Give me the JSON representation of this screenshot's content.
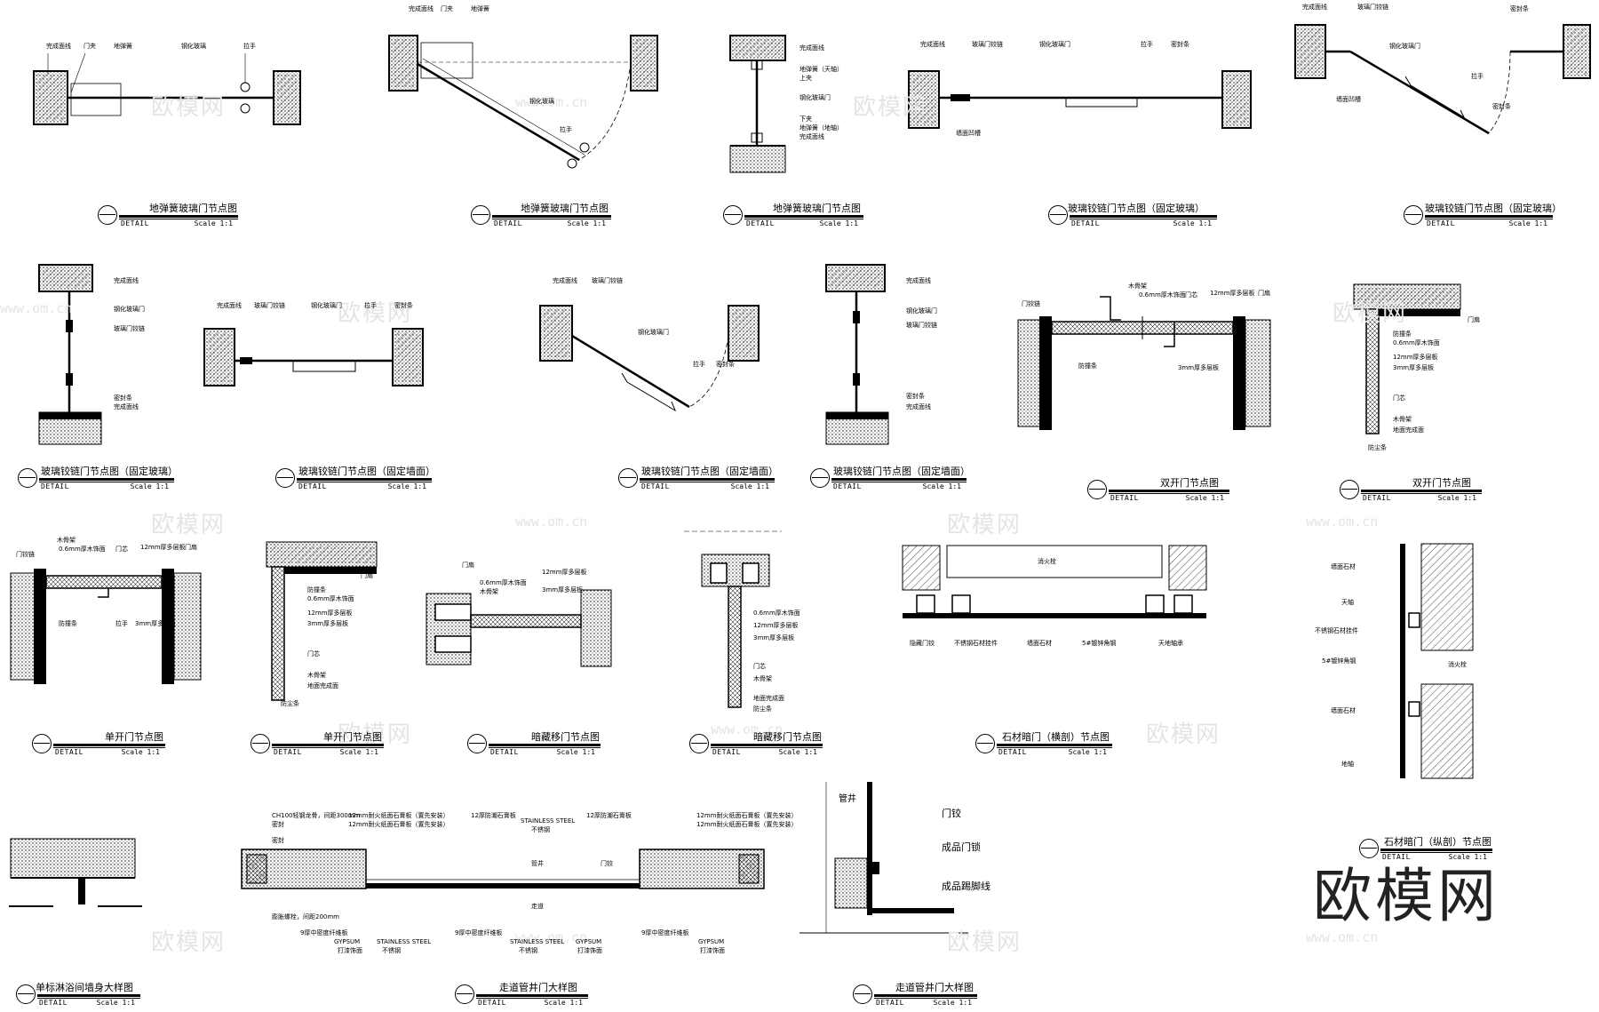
{
  "common": {
    "detail": "DETAIL",
    "scale": "Scale 1:1"
  },
  "brand": "欧模网",
  "watermark": {
    "text": "欧模网",
    "url": "www.om.cn"
  },
  "captions": [
    {
      "id": "c1",
      "title": "地弹簧玻璃门节点图"
    },
    {
      "id": "c2",
      "title": "地弹簧玻璃门节点图"
    },
    {
      "id": "c3",
      "title": "地弹簧玻璃门节点图"
    },
    {
      "id": "c4",
      "title": "玻璃铰链门节点图（固定玻璃）"
    },
    {
      "id": "c5",
      "title": "玻璃铰链门节点图（固定玻璃）"
    },
    {
      "id": "c6",
      "title": "玻璃铰链门节点图（固定玻璃）"
    },
    {
      "id": "c7",
      "title": "玻璃铰链门节点图（固定墙面）"
    },
    {
      "id": "c8",
      "title": "玻璃铰链门节点图（固定墙面）"
    },
    {
      "id": "c9",
      "title": "玻璃铰链门节点图（固定墙面）"
    },
    {
      "id": "c10",
      "title": "双开门节点图"
    },
    {
      "id": "c11",
      "title": "双开门节点图"
    },
    {
      "id": "c12",
      "title": "单开门节点图"
    },
    {
      "id": "c13",
      "title": "单开门节点图"
    },
    {
      "id": "c14",
      "title": "暗藏移门节点图"
    },
    {
      "id": "c15",
      "title": "暗藏移门节点图"
    },
    {
      "id": "c16",
      "title": "石材暗门（横剖）节点图"
    },
    {
      "id": "c17",
      "title": "石材暗门（纵剖）节点图"
    },
    {
      "id": "c18",
      "title": "单标淋浴间墙身大样图"
    },
    {
      "id": "c19",
      "title": "走道管井门大样图"
    },
    {
      "id": "c20",
      "title": "走道管井门大样图"
    }
  ],
  "labels": {
    "finish_wall": "完成面线",
    "door_clip": "门夹",
    "floor_spring": "地弹簧",
    "tempered_glass": "钢化玻璃",
    "tempered_glass_door": "钢化玻璃门",
    "handle": "拉手",
    "glass_hinge": "玻璃门铰链",
    "seal_strip": "密封条",
    "wall_groove": "墙面凹槽",
    "upper_clip": "上夹",
    "lower_clip": "下夹",
    "floor_spring_top": "地弹簧（天轴）",
    "floor_spring_bottom": "地弹簧（地轴）",
    "door_hinge": "门铰链",
    "wood_frame": "木骨架",
    "wood_veneer": "0.6mm厚木饰面",
    "ply12": "12mm厚多层板",
    "ply3": "3mm厚多层板",
    "anti_collision": "防撞条",
    "door_core": "门芯",
    "door_leaf": "门扇",
    "floor_finish": "地面完成面",
    "anti_dust": "防尘条",
    "fire_hydrant": "消火栓",
    "hidden_hinge": "隐藏门铰",
    "ss_stone_hanger": "不锈钢石材挂件",
    "wall_stone": "墙面石材",
    "galv_angle": "5#镀锌角钢",
    "sky_axis": "天地轴承",
    "sky_axis2": "天轴",
    "floor_axis": "地轴",
    "pipe_well": "管井",
    "corridor": "走道",
    "door_hinge2": "门铰",
    "lock": "成品门锁",
    "skirting": "成品踢脚线",
    "fireboard": "12mm耐火纸面石膏板（置先安装）",
    "gypsum": "12厚防潮石膏板",
    "stainless": "STAINLESS STEEL",
    "stainless_cn": "不锈钢",
    "gypsum_cn": "GYPSUM",
    "paint": "打漆饰面",
    "keel": "CH100轻钢龙骨，间距300mm",
    "corner": "9厚中密度纤维板",
    "expansion": "膨胀螺栓，间距200mm",
    "seal2": "密封"
  }
}
